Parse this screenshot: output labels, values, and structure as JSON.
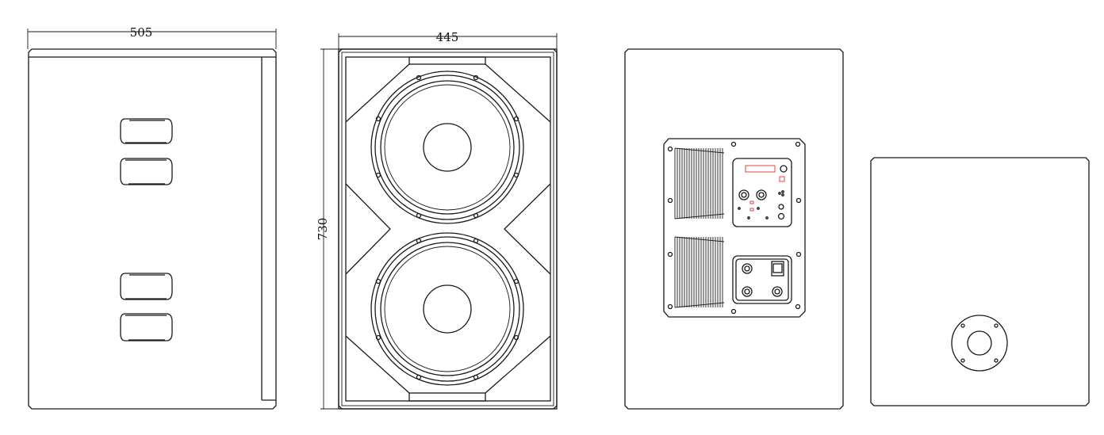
{
  "dimensions": {
    "side_depth": "505",
    "front_width": "445",
    "front_height": "730"
  },
  "views": [
    "side-view",
    "front-view",
    "rear-view",
    "bottom-view"
  ],
  "colors": {
    "line": "#1a1a1a",
    "indicator": "#e0443a",
    "background": "#ffffff"
  }
}
